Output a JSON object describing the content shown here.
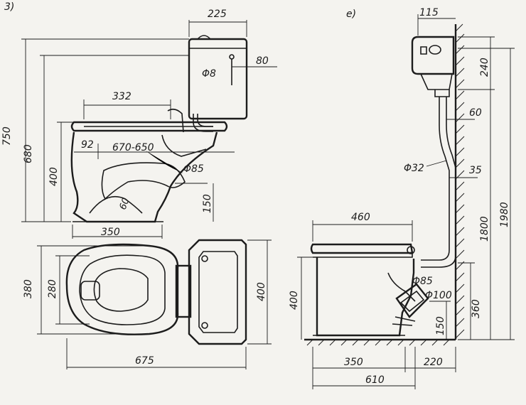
{
  "figure_labels": {
    "a": "3)",
    "b": "е)"
  },
  "colors": {
    "paper": "#f4f3ef",
    "ink": "#1c1c1c"
  },
  "side_view": {
    "width_tank": "225",
    "pipe_offset": "80",
    "pipe_diameter": "Φ8",
    "seat_length": "332",
    "total_height": "750",
    "seat_height": "680",
    "bowl_height": "400",
    "front_offset": "92",
    "depth_range": "670-650",
    "outlet_diameter": "Φ85",
    "outlet_height": "150",
    "outlet_angle": "60",
    "base_length": "350"
  },
  "plan_view": {
    "bowl_width_outer": "380",
    "bowl_width_inner": "280",
    "tank_width": "400",
    "total_length": "675"
  },
  "wall_view": {
    "tank_depth": "115",
    "tank_height": "240",
    "pipe_offset_top": "60",
    "pipe_diameter": "Φ32",
    "pipe_offset_mid": "35",
    "seat_length": "460",
    "height_1800": "1800",
    "height_1980": "1980",
    "outlet_diameter": "Φ85",
    "drain_diameter": "Φ100",
    "bowl_height": "400",
    "outlet_height": "360",
    "drain_height": "150",
    "base_length": "350",
    "wall_offset": "220",
    "total_length": "610"
  }
}
